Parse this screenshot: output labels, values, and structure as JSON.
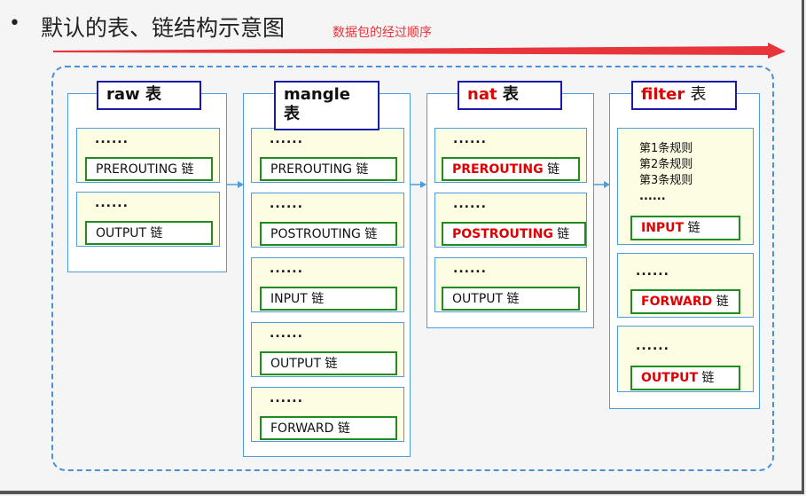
{
  "title": "默认的表、链结构示意图",
  "bullet": "•",
  "arrow_label": "数据包的经过顺序",
  "colors": {
    "arrow": "#e8343b",
    "container": "#4a9de0",
    "table_name_border": "#1a1aa8",
    "chain_border": "#1e8c1e",
    "highlight": "#e00000"
  },
  "tables": [
    {
      "name": "raw",
      "suffix": "表",
      "name_color": "normal",
      "boxes": [
        {
          "dots": "......",
          "chain": "PREROUTING",
          "chain_suffix": "链",
          "highlight": false
        },
        {
          "dots": "......",
          "chain": "OUTPUT",
          "chain_suffix": "链",
          "highlight": false
        }
      ]
    },
    {
      "name": "mangle",
      "suffix": "表",
      "name_color": "normal",
      "boxes": [
        {
          "dots": "......",
          "chain": "PREROUTING",
          "chain_suffix": "链",
          "highlight": false
        },
        {
          "dots": "......",
          "chain": "POSTROUTING",
          "chain_suffix": "链",
          "highlight": false
        },
        {
          "dots": "......",
          "chain": "INPUT",
          "chain_suffix": "链",
          "highlight": false
        },
        {
          "dots": "......",
          "chain": "OUTPUT",
          "chain_suffix": "链",
          "highlight": false
        },
        {
          "dots": "......",
          "chain": "FORWARD",
          "chain_suffix": "链",
          "highlight": false
        }
      ]
    },
    {
      "name": "nat",
      "suffix": "表",
      "name_color": "red",
      "boxes": [
        {
          "dots": "......",
          "chain": "PREROUTING",
          "chain_suffix": "链",
          "highlight": true
        },
        {
          "dots": "......",
          "chain": "POSTROUTING",
          "chain_suffix": "链",
          "highlight": true
        },
        {
          "dots": "......",
          "chain": "OUTPUT",
          "chain_suffix": "链",
          "highlight": false
        }
      ]
    },
    {
      "name": "filter",
      "suffix": "表",
      "name_color": "red",
      "boxes": [
        {
          "rules": [
            "第1条规则",
            "第2条规则",
            "第3条规则",
            "......"
          ],
          "chain": "INPUT",
          "chain_suffix": "链",
          "highlight": true
        },
        {
          "dots": "......",
          "chain": "FORWARD",
          "chain_suffix": "链",
          "highlight": true
        },
        {
          "dots": "......",
          "chain": "OUTPUT",
          "chain_suffix": "链",
          "highlight": true
        }
      ]
    }
  ]
}
